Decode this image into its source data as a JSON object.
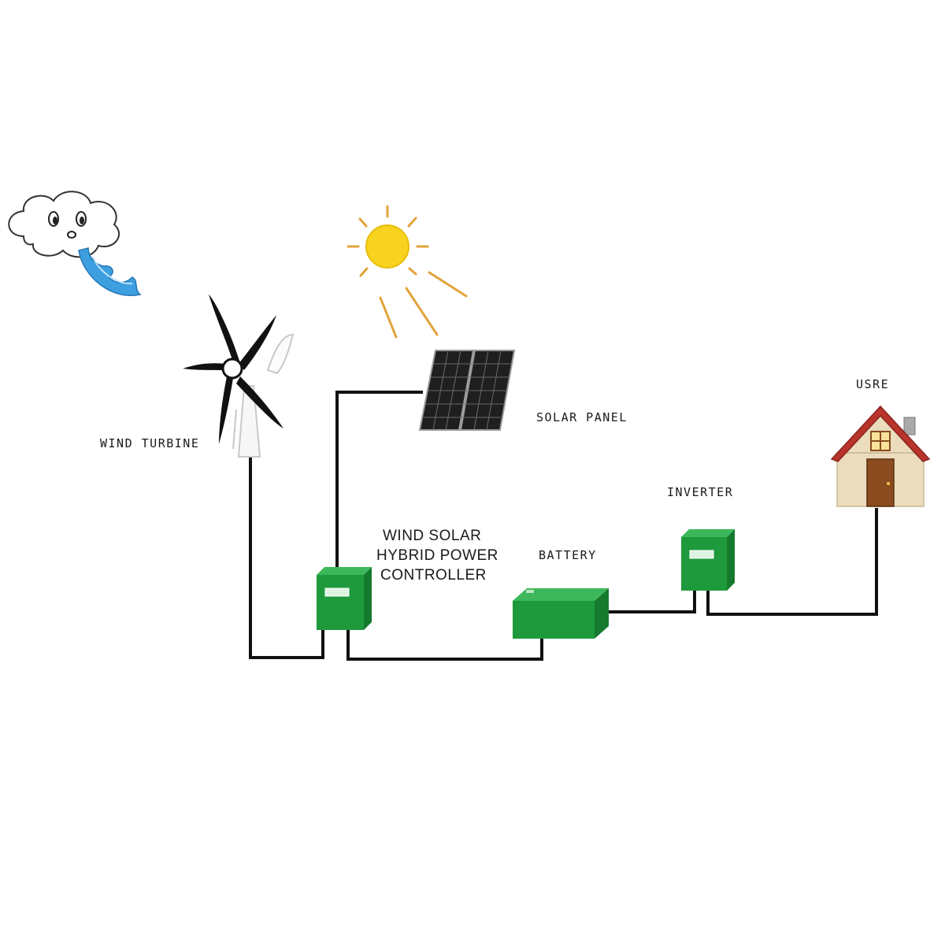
{
  "labels": {
    "wind_turbine": "WIND TURBINE",
    "solar_panel": "SOLAR PANEL",
    "controller": [
      "WIND SOLAR",
      "HYBRID POWER",
      "CONTROLLER"
    ],
    "battery": "BATTERY",
    "inverter": "INVERTER",
    "user": "USRE"
  },
  "icons": {
    "cloud": "cloud-blowing-icon",
    "sun": "sun-icon",
    "turbine": "wind-turbine-icon",
    "panel": "solar-panel-icon",
    "controller": "controller-box-icon",
    "battery": "battery-icon",
    "inverter": "inverter-box-icon",
    "house": "house-icon"
  },
  "colors": {
    "equipment_green": "#1e9a3c",
    "equipment_dark": "#157a2d",
    "sun_yellow": "#f7d21e",
    "ray_orange": "#e2a33a",
    "wind_blue": "#3d9fe0",
    "wire": "#111111",
    "roof_red": "#b8332b",
    "wall_beige": "#eadcbc",
    "door_brown": "#8a4b1f"
  }
}
